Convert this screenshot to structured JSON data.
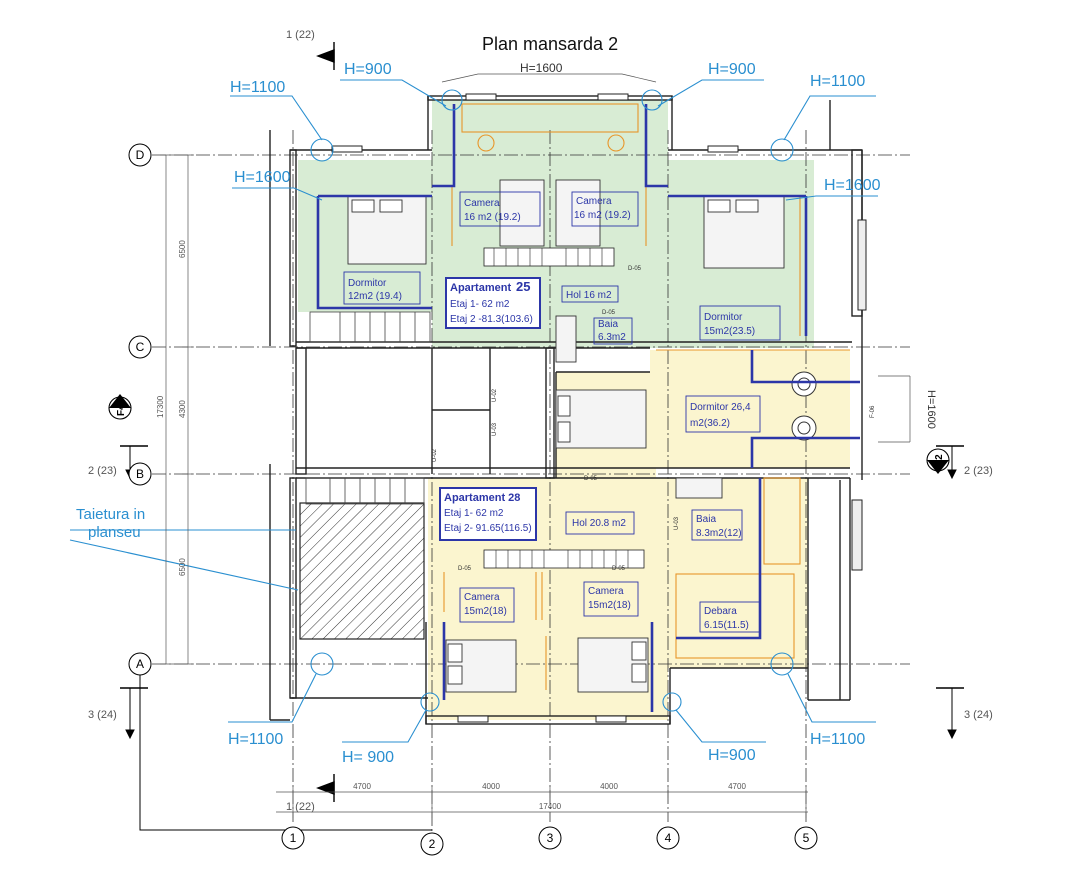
{
  "title": "Plan mansarda 2",
  "colors": {
    "green_fill": "#d8ecd4",
    "yellow_fill": "#fbf5cf",
    "blue_wall": "#2c36a8",
    "cyan_annot": "#2a8fd0",
    "orange": "#e8962a",
    "dim_gray": "#555555"
  },
  "height_labels": {
    "h1100": "H=1100",
    "h900": "H=900",
    "h900_spaced": "H= 900",
    "h1600": "H=1600",
    "h1600_vertical": "H=1600"
  },
  "annotation": {
    "line1": "Taietura in",
    "line2": "planseu"
  },
  "section_marks": {
    "s1": "1 (22)",
    "s2": "2 (23)",
    "s3": "3 (24)",
    "f4": "F4",
    "f2": "F2"
  },
  "grid_axes": {
    "rows": [
      "D",
      "C",
      "B",
      "A"
    ],
    "cols": [
      "1",
      "2",
      "3",
      "4",
      "5"
    ]
  },
  "dimensions": {
    "bottom": [
      "4700",
      "4000",
      "4000",
      "4700"
    ],
    "total": "17400",
    "left_total": "17300",
    "left_middle": "4300",
    "left_top": "6500",
    "left_bottom": "6500"
  },
  "rooms": {
    "camera_tl": {
      "name": "Camera",
      "area": "16 m2 (19.2)"
    },
    "camera_tr": {
      "name": "Camera",
      "area": "16 m2 (19.2)"
    },
    "dormitor_l": {
      "name": "Dormitor",
      "area": "12m2 (19.4)"
    },
    "dormitor_r": {
      "name": "Dormitor",
      "area": "15m2(23.5)"
    },
    "hol_top": {
      "name": "Hol 16 m2"
    },
    "baia_top": {
      "name": "Baia",
      "area": "6.3m2"
    },
    "dormitor_big": {
      "name": "Dormitor 26,4",
      "area": "m2(36.2)"
    },
    "hol_bottom": {
      "name": "Hol 20.8 m2"
    },
    "baia_bottom": {
      "name": "Baia",
      "area": "8.3m2(12)"
    },
    "camera_bl": {
      "name": "Camera",
      "area": "15m2(18)"
    },
    "camera_br": {
      "name": "Camera",
      "area": "15m2(18)"
    },
    "debara": {
      "name": "Debara",
      "area": "6.15(11.5)"
    }
  },
  "apartments": {
    "apt25": {
      "title": "Apartament",
      "number": "25",
      "floor1": "Etaj 1- 62 m2",
      "floor2": "Etaj 2 -81.3(103.6)"
    },
    "apt28": {
      "title": "Apartament 28",
      "floor1": "Etaj 1- 62 m2",
      "floor2": "Etaj 2- 91.65(116.5)"
    }
  },
  "small_tags": {
    "f06": "F-06",
    "u02a": "U-02",
    "u02b": "U-02",
    "u03a": "U-03",
    "u03b": "U-03",
    "d05a": "D-05",
    "d05b": "D-05",
    "d05c": "D-05",
    "d05d": "D-05",
    "d05e": "D-05"
  }
}
